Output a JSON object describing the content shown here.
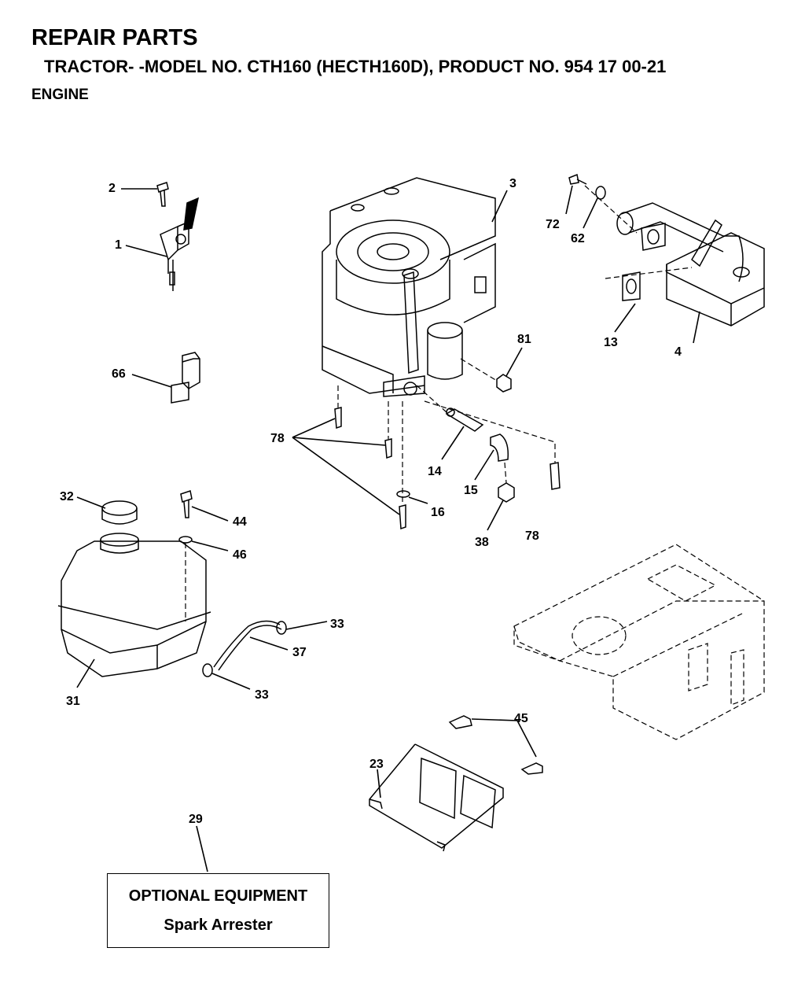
{
  "header": {
    "title": "REPAIR PARTS",
    "subtitle": "TRACTOR- -MODEL NO. CTH160 (HECTH160D), PRODUCT NO. 954 17 00-21",
    "section": "ENGINE"
  },
  "callouts": {
    "c1": "1",
    "c2": "2",
    "c3": "3",
    "c4": "4",
    "c13": "13",
    "c14": "14",
    "c15": "15",
    "c16": "16",
    "c23": "23",
    "c29": "29",
    "c31": "31",
    "c32": "32",
    "c33a": "33",
    "c33b": "33",
    "c37": "37",
    "c38": "38",
    "c44": "44",
    "c45": "45",
    "c46": "46",
    "c62": "62",
    "c66": "66",
    "c72": "72",
    "c78a": "78",
    "c78b": "78",
    "c81": "81"
  },
  "optional_equipment": {
    "title": "OPTIONAL EQUIPMENT",
    "item": "Spark Arrester"
  },
  "icons": [
    "throttle-control",
    "engine",
    "muffler",
    "fuel-tank",
    "fuel-cap",
    "frame",
    "heat-shield",
    "bolt",
    "washer",
    "nut",
    "fuel-line",
    "clamp",
    "gasket",
    "pipe",
    "elbow",
    "choke-knob"
  ]
}
